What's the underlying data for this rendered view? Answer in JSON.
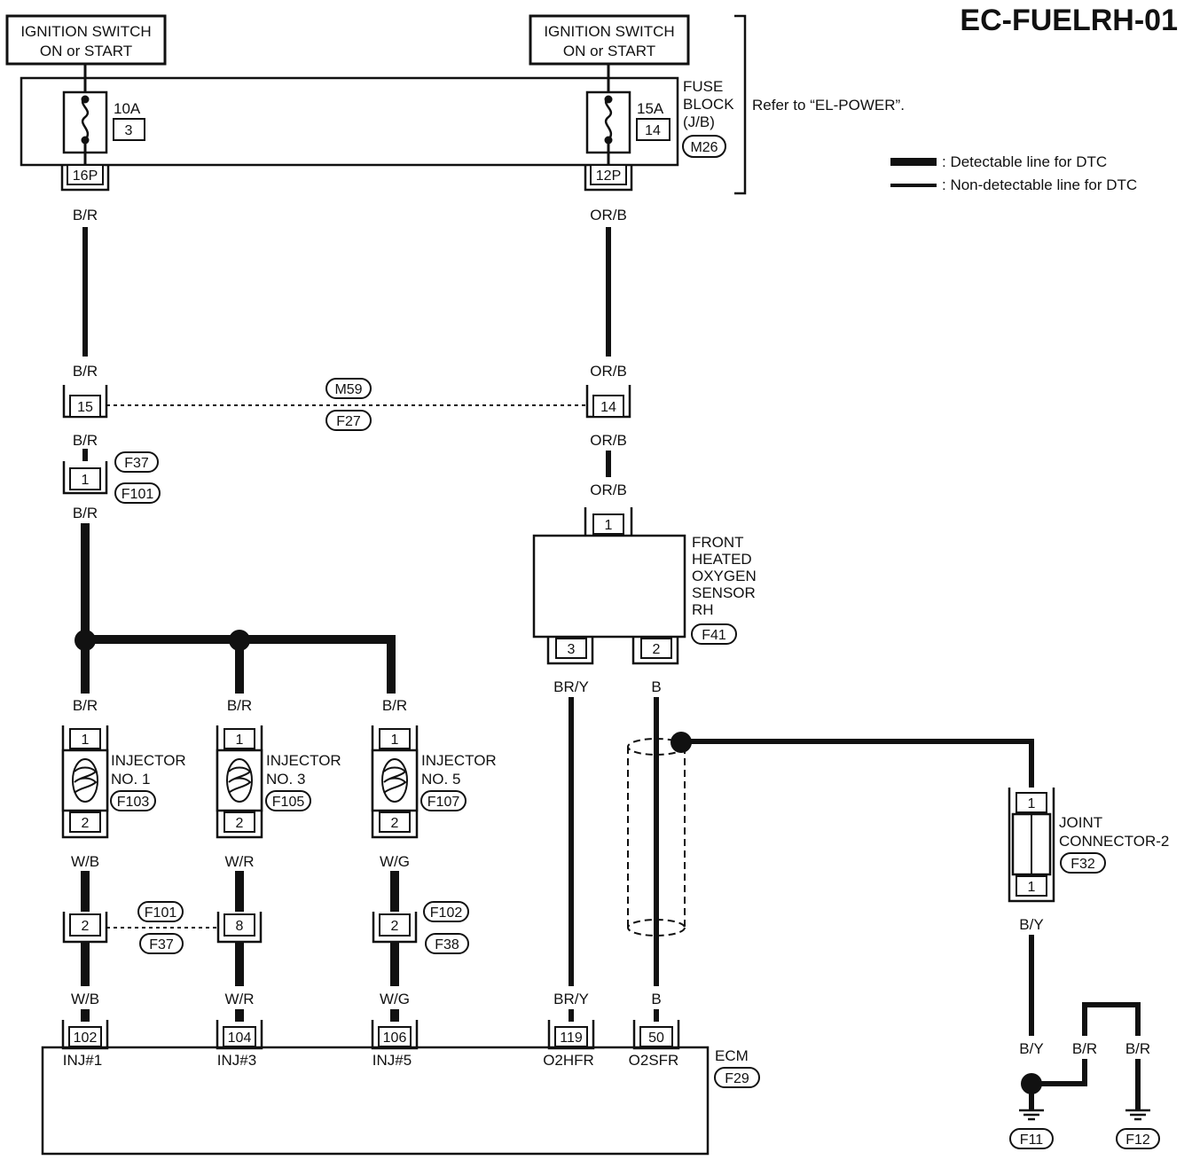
{
  "diagram_title": "EC-FUELRH-01",
  "ignition": {
    "left": [
      "IGNITION SWITCH",
      "ON or START"
    ],
    "right": [
      "IGNITION SWITCH",
      "ON or START"
    ]
  },
  "fuse_block": {
    "label": [
      "FUSE",
      "BLOCK",
      "(J/B)"
    ],
    "connector": "M26",
    "refer": "Refer to “EL-POWER”.",
    "fuse_left_amp": "10A",
    "fuse_left_num": "3",
    "fuse_left_conn": "16P",
    "fuse_right_amp": "15A",
    "fuse_right_num": "14",
    "fuse_right_conn": "12P"
  },
  "legend": {
    "detectable": ": Detectable line for DTC",
    "non_detectable": ": Non-detectable line for DTC"
  },
  "wires": {
    "br": "B/R",
    "orb": "OR/B",
    "wb": "W/B",
    "wr": "W/R",
    "wg": "W/G",
    "bry": "BR/Y",
    "b": "B",
    "by": "B/Y"
  },
  "connectors": {
    "m59": "M59",
    "f27": "F27",
    "m59_left_pin": "15",
    "m59_right_pin": "14",
    "f37": "F37",
    "f101": "F101",
    "f37_pin": "1",
    "f101_b": "F101",
    "f37_b": "F37",
    "f101_pin_left": "2",
    "f101_pin_right": "8",
    "f102": "F102",
    "f38": "F38",
    "f102_pin": "2"
  },
  "o2_sensor": {
    "label": [
      "FRONT",
      "HEATED",
      "OXYGEN",
      "SENSOR",
      "RH"
    ],
    "connector": "F41",
    "pin_top": "1",
    "pin_left": "3",
    "pin_right": "2"
  },
  "injectors": [
    {
      "label": [
        "INJECTOR",
        "NO. 1"
      ],
      "connector": "F103",
      "pin_top": "1",
      "pin_bottom": "2"
    },
    {
      "label": [
        "INJECTOR",
        "NO. 3"
      ],
      "connector": "F105",
      "pin_top": "1",
      "pin_bottom": "2"
    },
    {
      "label": [
        "INJECTOR",
        "NO. 5"
      ],
      "connector": "F107",
      "pin_top": "1",
      "pin_bottom": "2"
    }
  ],
  "joint_connector": {
    "label": [
      "JOINT",
      "CONNECTOR-2"
    ],
    "connector": "F32",
    "pin_top": "1",
    "pin_bottom": "1"
  },
  "ecm": {
    "label": "ECM",
    "connector": "F29",
    "pins": [
      {
        "num": "102",
        "name": "INJ#1"
      },
      {
        "num": "104",
        "name": "INJ#3"
      },
      {
        "num": "106",
        "name": "INJ#5"
      },
      {
        "num": "119",
        "name": "O2HFR"
      },
      {
        "num": "50",
        "name": "O2SFR"
      }
    ]
  },
  "grounds": {
    "left": "F11",
    "right": "F12"
  }
}
